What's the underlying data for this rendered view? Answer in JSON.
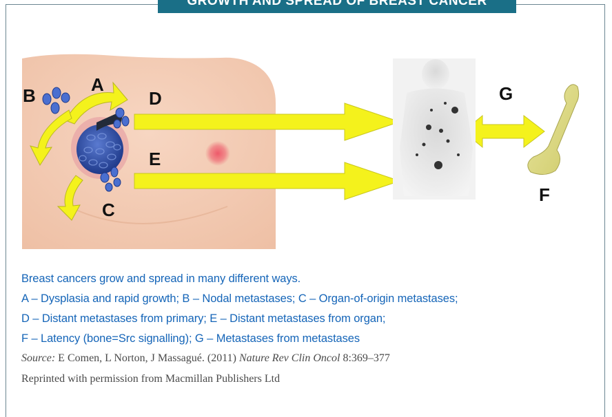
{
  "title": "GROWTH AND SPREAD OF BREAST CANCER",
  "figure_labels": {
    "a": "A",
    "b": "B",
    "c": "C",
    "d": "D",
    "e": "E",
    "f": "F",
    "g": "G"
  },
  "caption": {
    "line1": "Breast cancers grow and spread in many different ways.",
    "line2": "A – Dysplasia and rapid growth; B – Nodal metastases; C – Organ-of-origin metastases;",
    "line3": "D – Distant metastases from primary; E – Distant metastases from organ;",
    "line4": "F – Latency (bone=Src signalling); G – Metastases from metastases"
  },
  "source": {
    "prefix": "Source:",
    "authors": " E Comen, L Norton, J Massagué. (2011) ",
    "journal": "Nature Rev Clin Oncol",
    "ref": " 8:369–377",
    "reprint": "Reprinted with permission from Macmillan Publishers Ltd"
  },
  "colors": {
    "title_bg": "#1a6f87",
    "caption": "#1565b8",
    "arrow": "#f4f21c",
    "skin": "#f3cdb6",
    "tumor": "#2f4fa8"
  }
}
